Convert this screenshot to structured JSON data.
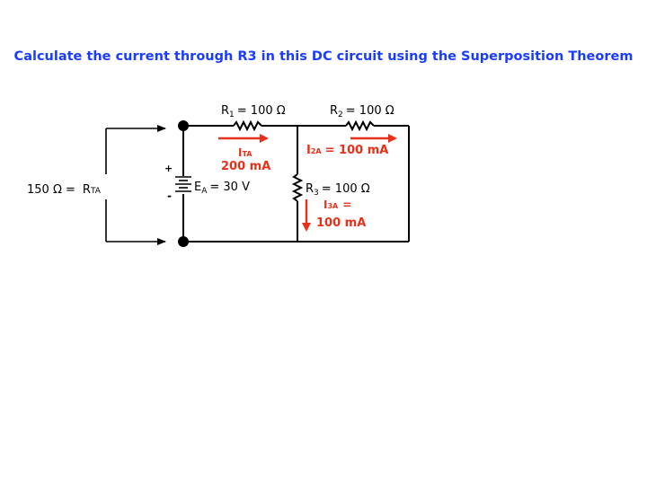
{
  "title": {
    "text": "Calculate the current through R3 in this DC circuit using the Superposition Theorem",
    "color": "#1a3cff"
  },
  "colors": {
    "wire": "#000000",
    "annotation": "#e8301a",
    "title": "#1a3cff"
  },
  "components": {
    "r1": {
      "symbol": "R",
      "sub": "1",
      "value": "= 100 Ω"
    },
    "r2": {
      "symbol": "R",
      "sub": "2",
      "value": "= 100 Ω"
    },
    "r3": {
      "symbol": "R",
      "sub": "3",
      "value": "= 100 Ω"
    },
    "ea": {
      "symbol": "E",
      "sub": "A",
      "value": "= 30 V",
      "plus": "+",
      "minus": "-"
    }
  },
  "annotations": {
    "i_ta": {
      "symbol": "I",
      "sub": "TA",
      "value": "200 mA"
    },
    "i_2a": {
      "symbol": "I",
      "sub": "2A",
      "value": "= 100 mA"
    },
    "i_3a": {
      "symbol": "I",
      "sub": "3A",
      "eq": "=",
      "value": "100 mA"
    },
    "r_ta": {
      "prefix": "150 Ω =",
      "symbol": "R",
      "sub": "TA"
    }
  }
}
